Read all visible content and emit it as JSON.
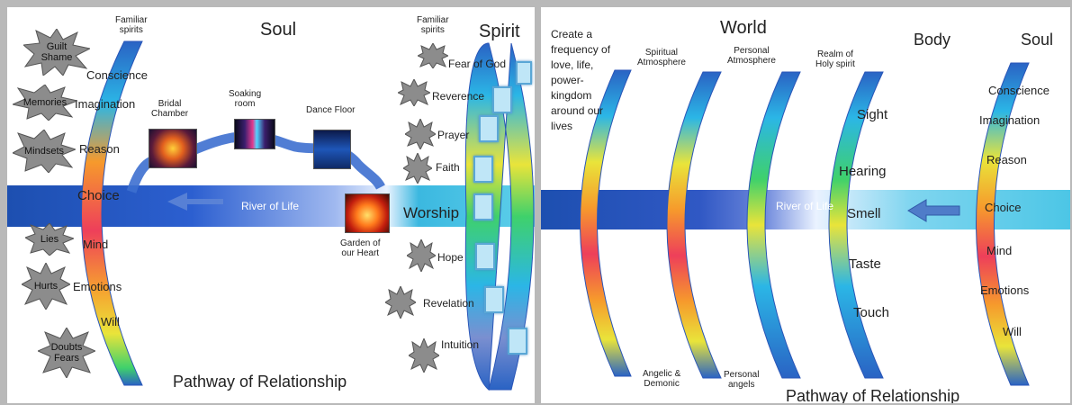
{
  "left": {
    "soul": "Soul",
    "spirit": "Spirit",
    "familiar_spirits_1": "Familiar\nspirits",
    "familiar_spirits_2": "Familiar\nspirits",
    "arc_labels": [
      "Conscience",
      "Imagination",
      "Reason",
      "Choice",
      "Mind",
      "Emotions",
      "Will"
    ],
    "stars": [
      "Guilt\nShame",
      "Memories",
      "Mindsets",
      "Lies",
      "Hurts",
      "Doubts\nFears"
    ],
    "rooms": {
      "bridal": "Bridal\nChamber",
      "soaking": "Soaking\nroom",
      "dance": "Dance Floor",
      "garden": "Garden of\nour Heart"
    },
    "river": "River of Life",
    "worship": "Worship",
    "spirit_items": [
      "Fear of God",
      "Reverence",
      "Prayer",
      "Faith",
      "Hope",
      "Revelation",
      "Intuition"
    ],
    "footer": "Pathway of Relationship"
  },
  "right": {
    "intro": "Create a frequency of love, life, power-kingdom around our lives",
    "world": "World",
    "body": "Body",
    "soul": "Soul",
    "spiritual_atmosphere": "Spiritual\nAtmosphere",
    "personal_atmosphere": "Personal\nAtmosphere",
    "realm": "Realm of\nHoly spirit",
    "angelic": "Angelic &\nDemonic",
    "personal_angels": "Personal\nangels",
    "river": "River of Life",
    "senses": [
      "Sight",
      "Hearing",
      "Smell",
      "Taste",
      "Touch"
    ],
    "soul_labels": [
      "Conscience",
      "Imagination",
      "Reason",
      "Choice",
      "Mind",
      "Emotions",
      "Will"
    ],
    "footer": "Pathway of Relationship"
  },
  "colors": {
    "arc": [
      "#2a63c4",
      "#2bb6e6",
      "#3fd16b",
      "#e9e43a",
      "#f69a2c",
      "#ee3f5a"
    ],
    "river_dark": "#1d4fb0",
    "river_light": "#4cc6e6",
    "background": "#b9b9b9"
  },
  "icons": [
    "starburst-icon",
    "picture-frame-icon",
    "arrow-left-icon",
    "heart-fire-icon"
  ]
}
